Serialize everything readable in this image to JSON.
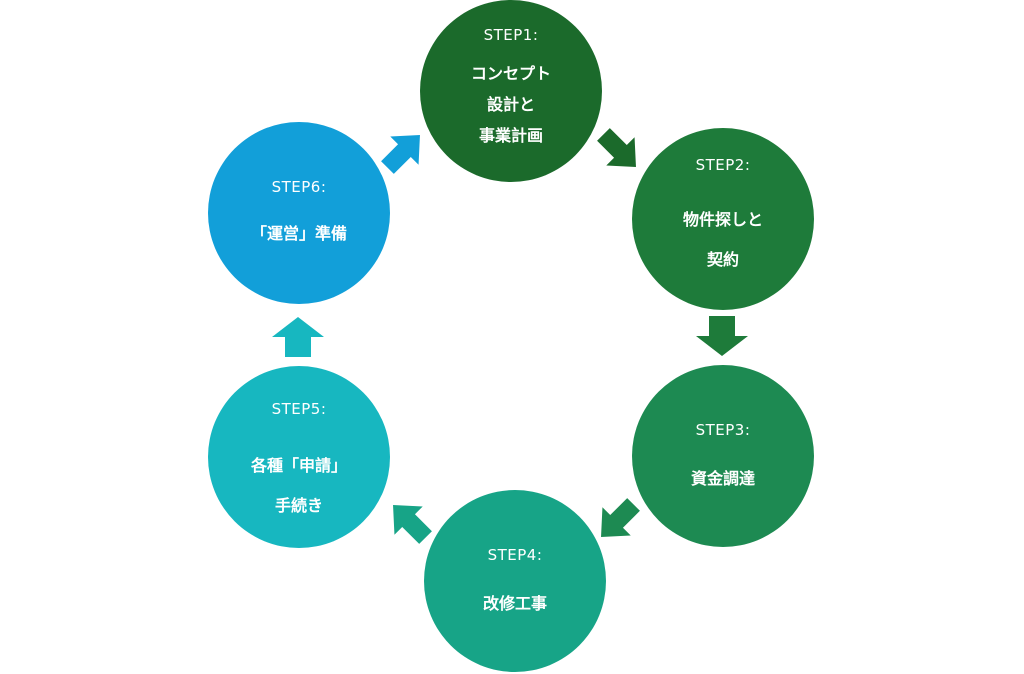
{
  "steps": [
    {
      "label": "STEP1:",
      "lines": [
        "コンセプト",
        "設計と",
        "事業計画"
      ]
    },
    {
      "label": "STEP2:",
      "lines": [
        "物件探しと",
        "契約"
      ]
    },
    {
      "label": "STEP3:",
      "lines": [
        "資金調達"
      ]
    },
    {
      "label": "STEP4:",
      "lines": [
        "改修工事"
      ]
    },
    {
      "label": "STEP5:",
      "lines": [
        "各種「申請」",
        "手続き"
      ]
    },
    {
      "label": "STEP6:",
      "lines": [
        "「運営」準備"
      ]
    }
  ],
  "colors": {
    "step1": "#1b6a2b",
    "step2": "#1e7b3a",
    "step3": "#1d8a52",
    "step4": "#17a487",
    "step5": "#17b7c0",
    "step6": "#129fd9",
    "arrow1to2": "#1b6a2b",
    "arrow2to3": "#1e7b3a",
    "arrow3to4": "#1d8a52",
    "arrow4to5": "#17a487",
    "arrow5to6": "#17b7c0",
    "arrow6to1": "#129fd9"
  }
}
